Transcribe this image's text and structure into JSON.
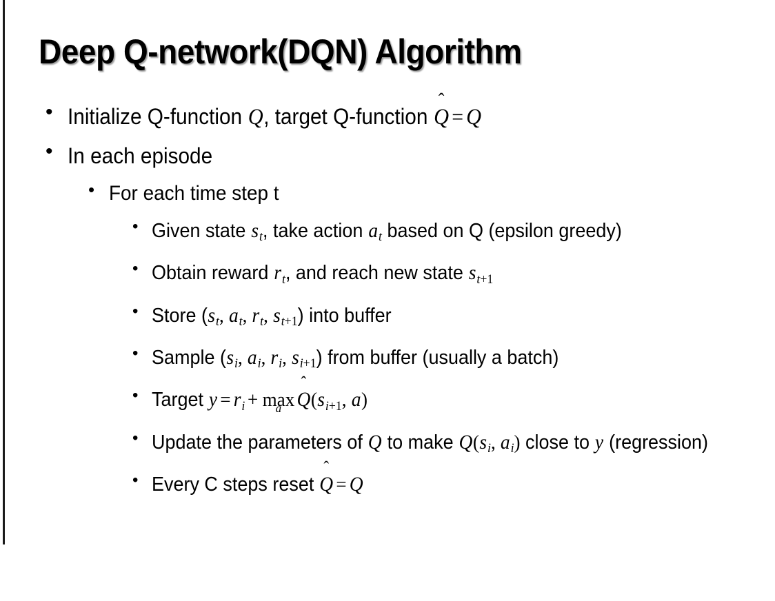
{
  "slide": {
    "title": "Deep Q-network(DQN) Algorithm",
    "background_color": "#ffffff",
    "text_color": "#000000",
    "rule_color": "#1a1a1a",
    "bullet_glyph": "•"
  },
  "bullets": {
    "initialize": {
      "pre": "Initialize Q-function ",
      "q1": "Q",
      "mid": ", target Q-function ",
      "qhat": "Q",
      "hat": "̂",
      "eq": "=",
      "q2": "Q"
    },
    "each_episode": "In each episode",
    "time_step": "For each time step t",
    "given_state": {
      "pre": "Given state ",
      "s": "s",
      "s_sub": "t",
      "mid": ", take action ",
      "a": "a",
      "a_sub": "t",
      "post": " based on Q (epsilon greedy)"
    },
    "obtain_reward": {
      "pre": "Obtain reward ",
      "r": "r",
      "r_sub": "t",
      "mid": ", and reach new state ",
      "s": "s",
      "s_sub_i": "t",
      "s_sub_plus": "+1"
    },
    "store": {
      "pre": "Store (",
      "s1": "s",
      "s1_sub": "t",
      "c1": ", ",
      "a1": "a",
      "a1_sub": "t",
      "c2": ", ",
      "r1": "r",
      "r1_sub": "t",
      "c3": ", ",
      "s2": "s",
      "s2_sub_i": "t",
      "s2_sub_plus": "+1",
      "post": ") into buffer"
    },
    "sample": {
      "pre": "Sample (",
      "s1": "s",
      "s1_sub": "i",
      "c1": ", ",
      "a1": "a",
      "a1_sub": "i",
      "c2": ", ",
      "r1": "r",
      "r1_sub": "i",
      "c3": ", ",
      "s2": "s",
      "s2_sub_i": "i",
      "s2_sub_plus": "+1",
      "post": ") from buffer (usually a batch)"
    },
    "target": {
      "pre": "Target ",
      "y": "y",
      "eq": "=",
      "r": "r",
      "r_sub": "i",
      "plus": "+",
      "op": "max",
      "op_under": "a",
      "qhat": "Q",
      "hat": "̂",
      "open": "(",
      "s": "s",
      "s_sub_i": "i",
      "s_sub_plus": "+1",
      "comma": ", ",
      "a": "a",
      "close": ")"
    },
    "update": {
      "pre": "Update the parameters of ",
      "q1": "Q",
      "mid": " to make ",
      "q2": "Q",
      "open": "(",
      "s": "s",
      "s_sub": "i",
      "comma": ", ",
      "a": "a",
      "a_sub": "i",
      "close": ")",
      "post": " close to ",
      "y": "y",
      "tail": " (regression)"
    },
    "reset": {
      "pre": "Every C steps reset ",
      "qhat": "Q",
      "hat": "̂",
      "eq": "=",
      "q": "Q"
    }
  }
}
